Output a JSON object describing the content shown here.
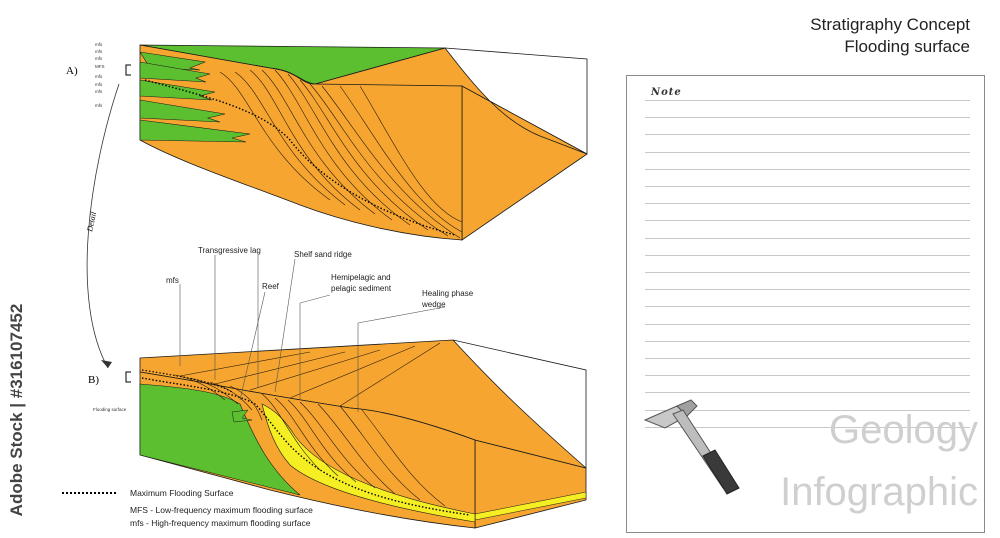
{
  "title": {
    "line1": "Stratigraphy Concept",
    "line2": "Flooding surface"
  },
  "note": {
    "label": "Note",
    "line_count": 20
  },
  "branding": {
    "line1": "Geology",
    "line2": "Infographic",
    "icon": "hammer-icon"
  },
  "watermark": "Adobe Stock | #316107452",
  "block_a": {
    "label": "A)",
    "side_labels": [
      "mfs",
      "mfs",
      "mfs",
      "MFS",
      "mfs",
      "mfs",
      "mfs",
      "mfs"
    ]
  },
  "detail_label": "Detail",
  "block_b": {
    "label": "B)",
    "flooding_label": "Flooding surface",
    "callouts": {
      "mfs": "mfs",
      "lag": "Transgressive lag",
      "ridge": "Shelf sand ridge",
      "reef": "Reef",
      "hemi1": "Hemipelagic and",
      "hemi2": "pelagic sediment",
      "heal1": "Healing phase",
      "heal2": "wedge"
    }
  },
  "legend": {
    "maximum": "Maximum Flooding Surface",
    "low": "MFS - Low-frequency maximum flooding surface",
    "high": "mfs - High-frequency maximum flooding surface"
  },
  "colors": {
    "orange": "#f6a630",
    "green": "#5cbf30",
    "yellow": "#f4ee22",
    "outline": "#1a1a1a"
  }
}
